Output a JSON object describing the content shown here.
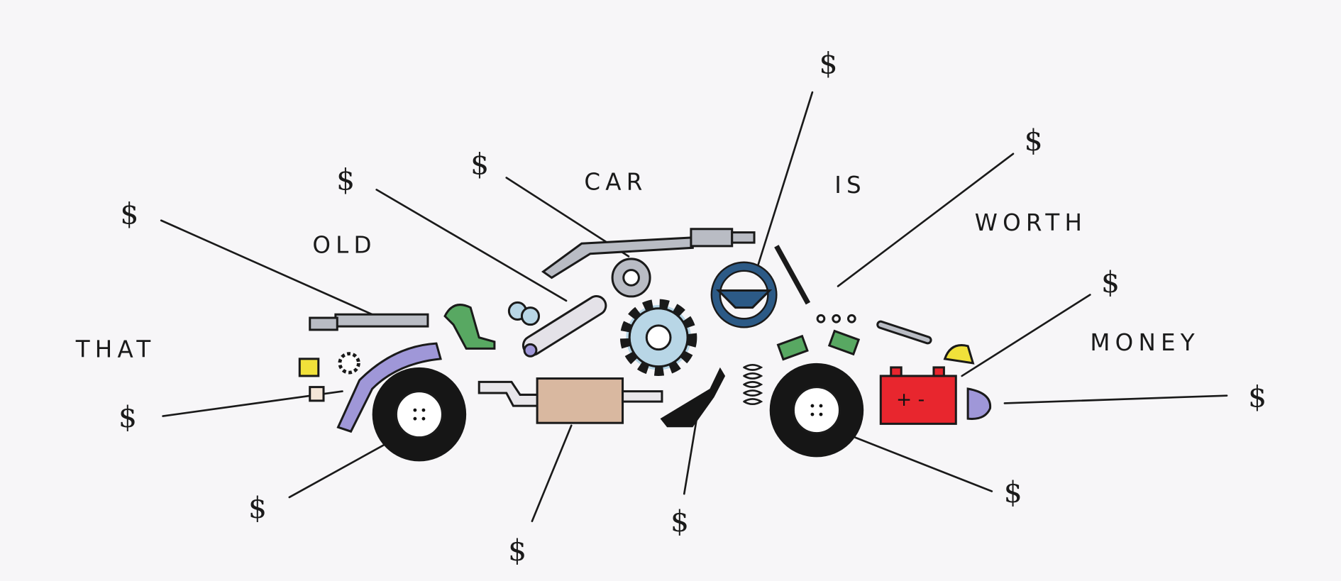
{
  "illustration": {
    "words": [
      "THAT",
      "OLD",
      "CAR",
      "IS",
      "WORTH",
      "MONEY"
    ],
    "dollar_symbol": "$",
    "dollar_count": 12,
    "colors": {
      "background": "#f7f6f8",
      "ink": "#1a1a1a",
      "battery": "#e8262e",
      "muffler": "#d9b8a0",
      "steering": "#2c5a86",
      "gear": "#b8d6e6",
      "lavender": "#9f97d8",
      "yellow": "#f1e13a",
      "green": "#58a862",
      "metal": "#b9bcc4"
    }
  }
}
